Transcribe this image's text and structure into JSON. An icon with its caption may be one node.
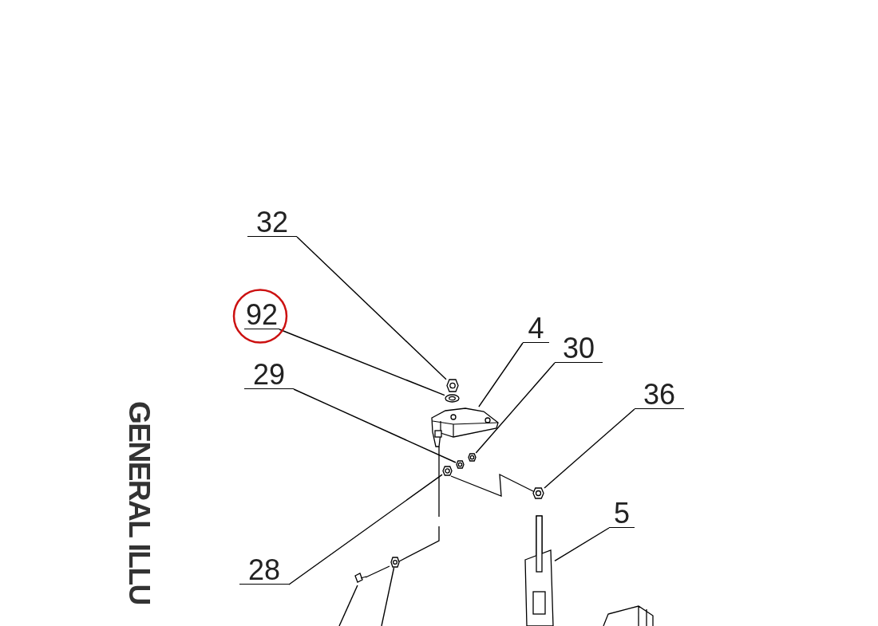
{
  "diagram": {
    "nodes": [
      {
        "text": [
          "32"
        ]
      },
      {
        "text": [
          "92"
        ]
      },
      {
        "text": [
          "4"
        ]
      },
      {
        "text": [
          "30"
        ]
      },
      {
        "text": [
          "29"
        ]
      },
      {
        "text": [
          "36"
        ]
      },
      {
        "text": [
          "5"
        ]
      },
      {
        "text": [
          "28"
        ]
      },
      {
        "text": [],
        "shape": "picture"
      },
      {
        "text": [],
        "shape": "picture"
      },
      {
        "text": [],
        "shape": "picture"
      },
      {
        "text": [],
        "shape": "picture"
      },
      {
        "text": [],
        "shape": "picture"
      },
      {
        "text": [],
        "shape": "picture"
      },
      {
        "text": [],
        "shape": "picture"
      },
      {
        "text": [],
        "shape": "picture"
      },
      {
        "text": [],
        "shape": "picture"
      },
      {
        "text": [],
        "shape": "picture"
      }
    ],
    "edges": [
      {
        "from": 0,
        "to": 8,
        "arrow": "none"
      },
      {
        "from": 1,
        "to": 9,
        "arrow": "none"
      },
      {
        "from": 2,
        "to": 10,
        "arrow": "none"
      },
      {
        "from": 3,
        "to": 11,
        "arrow": "none"
      },
      {
        "from": 4,
        "to": 12,
        "arrow": "none"
      },
      {
        "from": 5,
        "to": 13,
        "arrow": "none"
      },
      {
        "from": 6,
        "to": 14,
        "arrow": "none"
      },
      {
        "from": 7,
        "to": 15,
        "arrow": "none"
      },
      {
        "from": null,
        "to": 16,
        "arrow": "none"
      },
      {
        "from": null,
        "to": 17,
        "arrow": "none"
      }
    ],
    "labels": [
      "GENERAL ILLU"
    ]
  }
}
